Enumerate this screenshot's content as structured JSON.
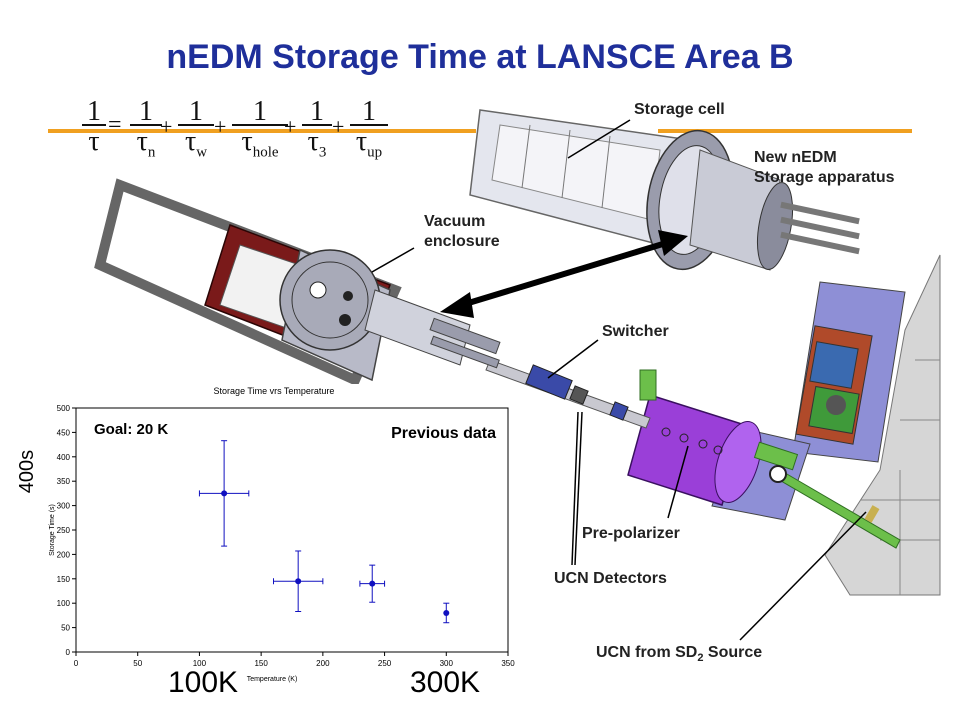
{
  "title": "nEDM Storage Time at LANSCE Area B",
  "formula": {
    "numerator": "1",
    "equals": "=",
    "plus": "+",
    "terms": [
      {
        "symbol": "τ",
        "sub": ""
      },
      {
        "symbol": "τ",
        "sub": "n"
      },
      {
        "symbol": "τ",
        "sub": "w"
      },
      {
        "symbol": "τ",
        "sub": "hole"
      },
      {
        "symbol": "τ",
        "sub": "3"
      },
      {
        "symbol": "τ",
        "sub": "up"
      }
    ]
  },
  "labels": {
    "storage_cell": "Storage cell",
    "new_nedm_line1": "New nEDM",
    "new_nedm_line2": "Storage apparatus",
    "vacuum_line1": "Vacuum",
    "vacuum_line2": "enclosure",
    "switcher": "Switcher",
    "pre_polarizer": "Pre-polarizer",
    "ucn_detectors": "UCN Detectors",
    "ucn_source_prefix": "UCN from SD",
    "ucn_source_sub": "2",
    "ucn_source_suffix": " Source"
  },
  "chart_overlays": {
    "y_big": "400s",
    "x_big_left": "100K",
    "x_big_right": "300K",
    "goal": "Goal: 20 K",
    "previous": "Previous data"
  },
  "colors": {
    "title": "#1f2f9a",
    "accent_bar": "#f0a020",
    "vessel_purple": "#9a3fd8",
    "frame_red": "#7a1a1a",
    "pipe_green": "#4aa040",
    "data_point": "#1010c0"
  },
  "chart_data": {
    "type": "scatter",
    "title": "Storage Time vrs Temperature",
    "xlabel": "Temperature (K)",
    "ylabel": "Storage Time (s)",
    "xlim": [
      0,
      350
    ],
    "ylim": [
      0,
      500
    ],
    "xticks": [
      0,
      50,
      100,
      150,
      200,
      250,
      300,
      350
    ],
    "yticks": [
      0,
      50,
      100,
      150,
      200,
      250,
      300,
      350,
      400,
      450,
      500
    ],
    "grid": false,
    "points": [
      {
        "x": 120,
        "y": 325,
        "xerr": 20,
        "yerr": 108
      },
      {
        "x": 180,
        "y": 145,
        "xerr": 20,
        "yerr": 62
      },
      {
        "x": 240,
        "y": 140,
        "xerr": 10,
        "yerr": 38
      },
      {
        "x": 300,
        "y": 80,
        "xerr": 0,
        "yerr": 20
      }
    ]
  }
}
